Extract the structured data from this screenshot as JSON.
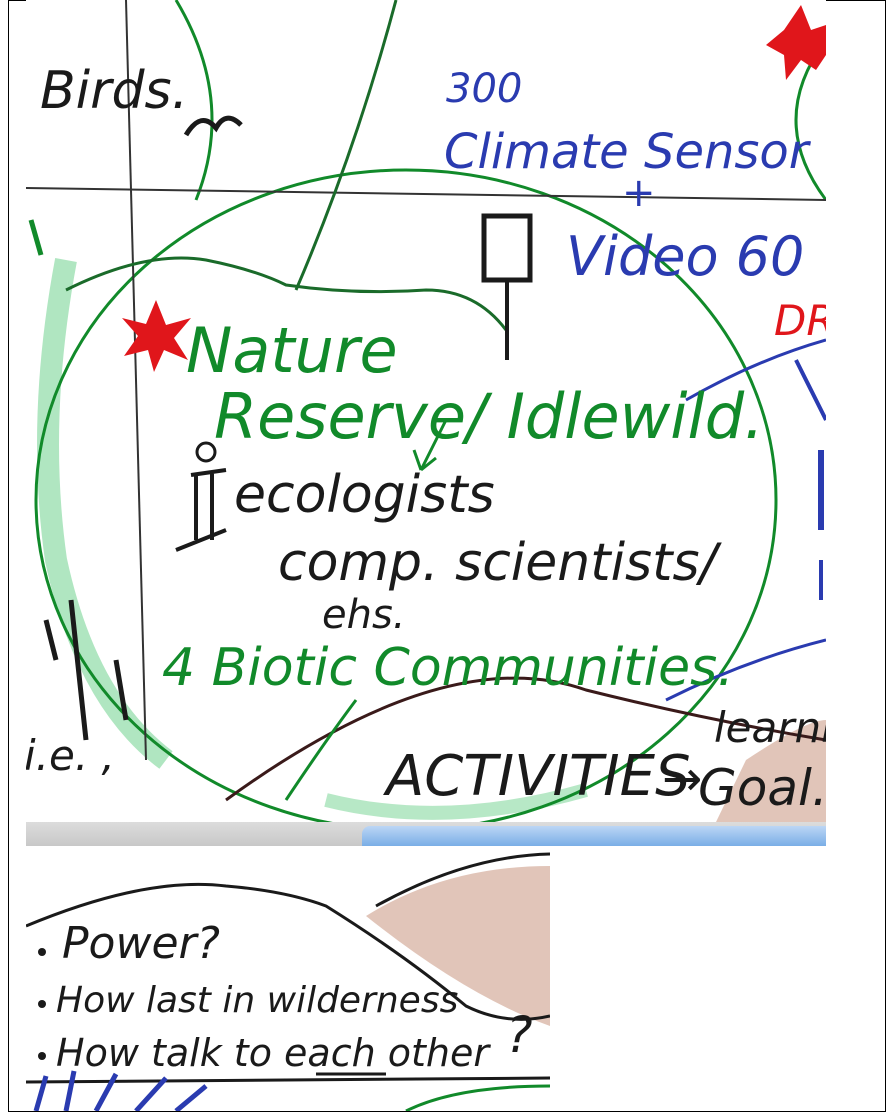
{
  "top_panel": {
    "birds": "Birds.",
    "count": "300",
    "sensor": "Climate Sensor",
    "plus": "+",
    "video": "Video 60",
    "dr": "DR",
    "nature": "Nature",
    "reserve": "Reserve/ Idlewild.",
    "ecologists": "ecologists",
    "scientists": "comp. scientists/",
    "ehs": "ehs.",
    "biotic": "4 Biotic Communities.",
    "activities": "ACTIVITIES",
    "arrow": "→",
    "learning": "learning",
    "goal": "Goal.",
    "ie": "i.e. ,"
  },
  "bottom_panel": {
    "q1": "Power?",
    "q2": "How last in wilderness",
    "q3": "How talk to each other",
    "qmark": "?"
  },
  "colors": {
    "ink_black": "#1a1a1a",
    "ink_green": "#118a2a",
    "ink_blue": "#2a3bb0",
    "ink_red": "#e0161b",
    "wash_green": "#6fd28e",
    "wash_tan": "#c9957f"
  }
}
